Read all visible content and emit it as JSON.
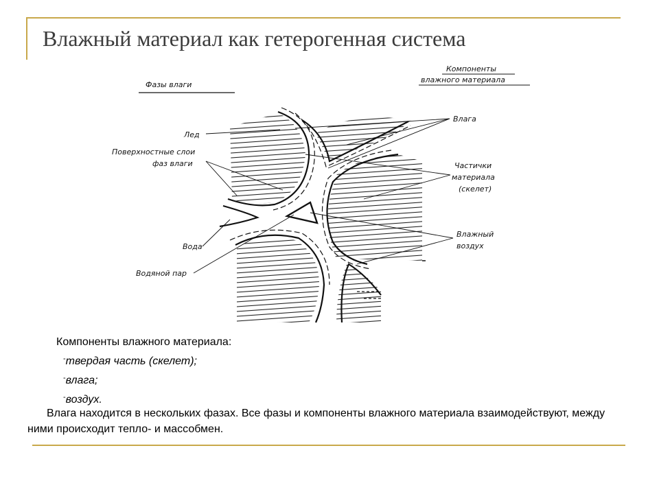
{
  "slide": {
    "title": "Влажный материал как гетерогенная система",
    "accent_color": "#c8a84a"
  },
  "diagram": {
    "phases_header": "Фазы влаги",
    "components_header_line1": "Компоненты",
    "components_header_line2": "влажного материала",
    "left_labels": {
      "ice": "Лед",
      "surface_line1": "Поверхностные слои",
      "surface_line2": "фаз влаги",
      "water": "Вода",
      "vapor": "Водяной пар"
    },
    "right_labels": {
      "moisture": "Влага",
      "particles_line1": "Частички",
      "particles_line2": "материала",
      "particles_line3": "(скелет)",
      "air_line1": "Влажный",
      "air_line2": "воздух"
    }
  },
  "components_list": {
    "heading": "Компоненты влажного материала:",
    "dash": "-",
    "items": [
      "твердая часть (скелет);",
      "влага;",
      "воздух."
    ]
  },
  "note": {
    "text": "Влага находится в нескольких фазах. Все фазы и компоненты влажного материала взаимодействуют, между ними происходит тепло- и массобмен."
  }
}
